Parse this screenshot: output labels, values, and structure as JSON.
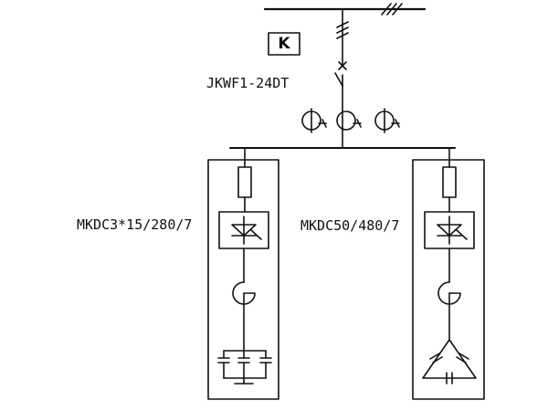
{
  "controller": {
    "box_letter": "K",
    "model": "JKWF1-24DT"
  },
  "branches": [
    {
      "model": "MKDC3*15/280/7",
      "capacitor_connection": "star"
    },
    {
      "model": "MKDC50/480/7",
      "capacitor_connection": "delta"
    }
  ],
  "colors": {
    "line": "#111111",
    "background": "#ffffff"
  }
}
